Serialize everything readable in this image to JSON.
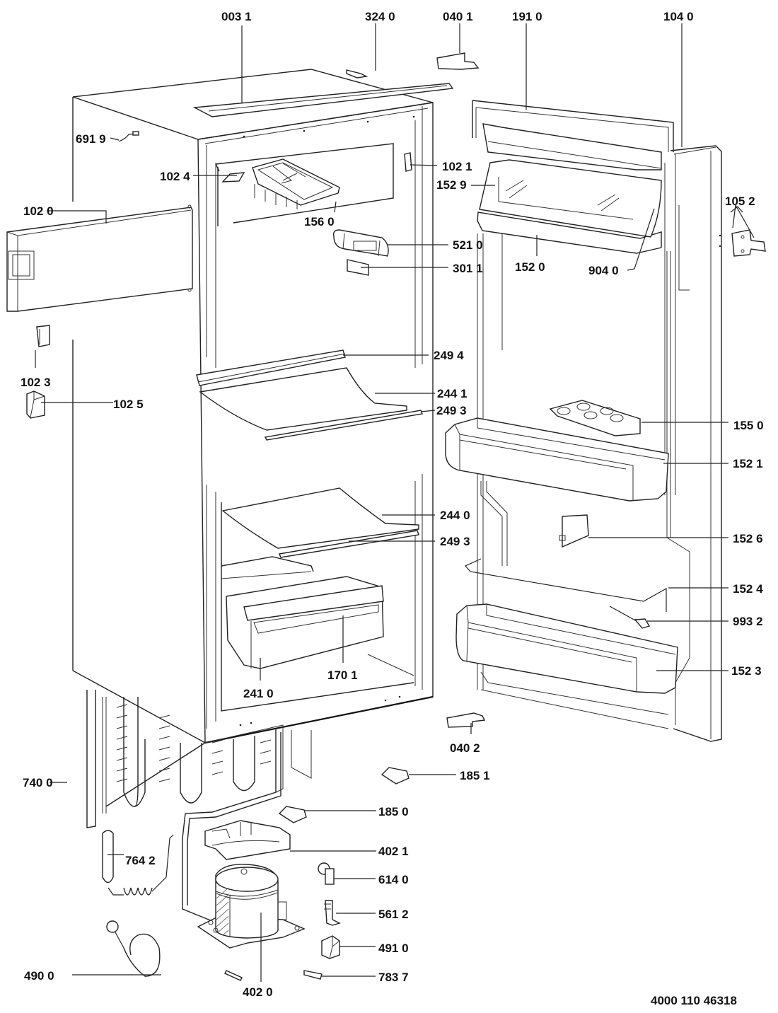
{
  "diagram": {
    "type": "exploded-parts-view",
    "subject": "built-in refrigerator",
    "document_number": "4000 110 46318",
    "parts": [
      {
        "id": "p0031",
        "label": "003 1"
      },
      {
        "id": "p3240",
        "label": "324 0"
      },
      {
        "id": "p0401",
        "label": "040 1"
      },
      {
        "id": "p1910",
        "label": "191 0"
      },
      {
        "id": "p1040",
        "label": "104 0"
      },
      {
        "id": "p6919",
        "label": "691 9"
      },
      {
        "id": "p1024",
        "label": "102 4"
      },
      {
        "id": "p1021",
        "label": "102 1"
      },
      {
        "id": "p1529",
        "label": "152 9"
      },
      {
        "id": "p1052",
        "label": "105 2"
      },
      {
        "id": "p1020",
        "label": "102 0"
      },
      {
        "id": "p1560",
        "label": "156 0"
      },
      {
        "id": "p5210",
        "label": "521 0"
      },
      {
        "id": "p1520",
        "label": "152 0"
      },
      {
        "id": "p9040",
        "label": "904 0"
      },
      {
        "id": "p3011",
        "label": "301 1"
      },
      {
        "id": "p2494",
        "label": "249 4"
      },
      {
        "id": "p1023",
        "label": "102 3"
      },
      {
        "id": "p1025",
        "label": "102 5"
      },
      {
        "id": "p2441",
        "label": "244 1"
      },
      {
        "id": "p2493a",
        "label": "249 3"
      },
      {
        "id": "p1550",
        "label": "155 0"
      },
      {
        "id": "p1521",
        "label": "152 1"
      },
      {
        "id": "p2440",
        "label": "244 0"
      },
      {
        "id": "p2493b",
        "label": "249 3"
      },
      {
        "id": "p1526",
        "label": "152 6"
      },
      {
        "id": "p1524",
        "label": "152 4"
      },
      {
        "id": "p9932",
        "label": "993 2"
      },
      {
        "id": "p2410",
        "label": "241 0"
      },
      {
        "id": "p1701",
        "label": "170 1"
      },
      {
        "id": "p1523",
        "label": "152 3"
      },
      {
        "id": "p0402",
        "label": "040 2"
      },
      {
        "id": "p7400",
        "label": "740 0"
      },
      {
        "id": "p1851",
        "label": "185 1"
      },
      {
        "id": "p1850",
        "label": "185 0"
      },
      {
        "id": "p4021",
        "label": "402 1"
      },
      {
        "id": "p7642",
        "label": "764 2"
      },
      {
        "id": "p6140",
        "label": "614 0"
      },
      {
        "id": "p5612",
        "label": "561 2"
      },
      {
        "id": "p4910",
        "label": "491 0"
      },
      {
        "id": "p4900",
        "label": "490 0"
      },
      {
        "id": "p7837",
        "label": "783 7"
      },
      {
        "id": "p4020",
        "label": "402 0"
      }
    ]
  }
}
